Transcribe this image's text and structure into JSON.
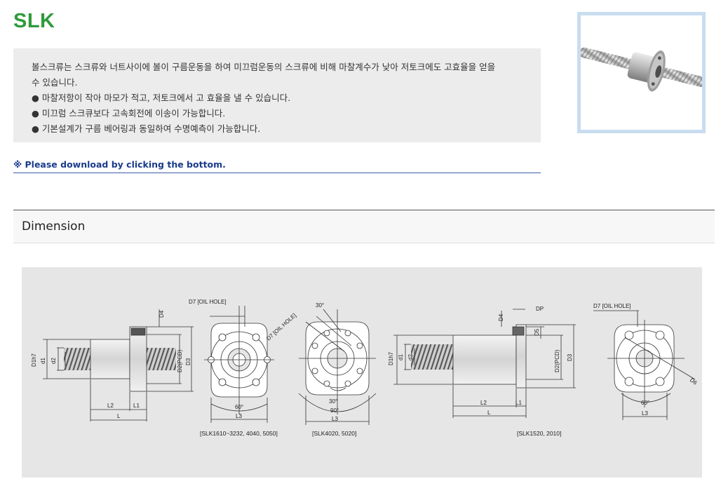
{
  "header": {
    "title": "SLK"
  },
  "description": {
    "intro": "볼스크류는 스크류와 너트사이에 볼이 구름운동을 하여 미끄럼운동의 스크류에 비해 마찰계수가 낮아 저토크에도 고효율을 얻을",
    "intro_cont": "수 있습니다.",
    "bullets": [
      "마찰저항이 작아 마모가 적고, 저토크에서 고 효율을 낼 수 있습니다.",
      "미끄럼 스크큐보다 고속회전에 이송이 가능합니다.",
      "기본설계가 구름 베어링과 동일하여 수명예측이 가능합니다."
    ]
  },
  "download_note": "※ Please download by clicking the bottom.",
  "dimension": {
    "heading": "Dimension"
  },
  "drawing": {
    "labels": {
      "D4": "D4",
      "D1h7": "D1h7",
      "d1": "d1",
      "d2": "d2",
      "D2PCD": "D2(PCD)",
      "D3": "D3",
      "L": "L",
      "L1": "L1",
      "L2": "L2",
      "L3": "L3",
      "D5": "D5",
      "D6": "D6",
      "DP": "DP",
      "D7": "D7 [OIL HOLE]",
      "a60": "60°",
      "a30": "30°",
      "a90": "90°"
    },
    "captions": {
      "c1": "[SLK1610~3232, 4040, 5050]",
      "c2": "[SLK4020, 5020]",
      "c3": "[SLK1520, 2010]"
    }
  }
}
